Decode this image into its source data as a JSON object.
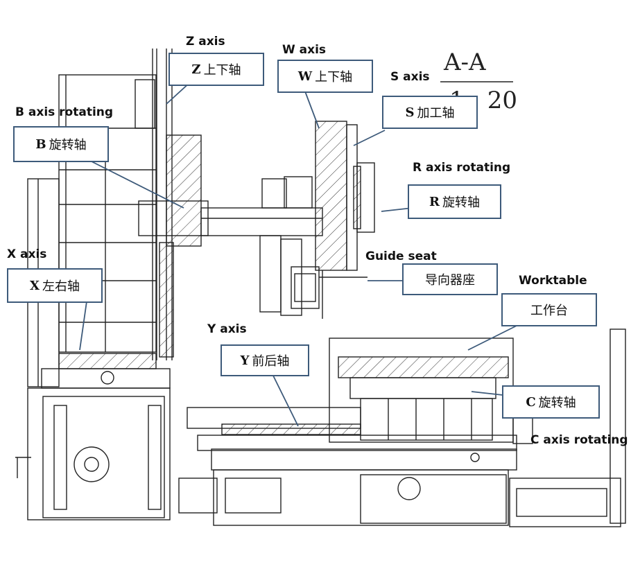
{
  "labels": {
    "z_axis": "Z axis",
    "w_axis": "W axis",
    "s_axis": "S axis",
    "b_axis": "B axis rotating",
    "r_axis": "R axis rotating",
    "x_axis": "X axis",
    "guide_seat": "Guide seat",
    "worktable": "Worktable",
    "y_axis": "Y axis",
    "c_axis": "C axis rotating"
  },
  "callouts": {
    "z": {
      "letter": "Z",
      "text": "上下轴"
    },
    "w": {
      "letter": "W",
      "text": "上下轴"
    },
    "s": {
      "letter": "S",
      "text": "加工轴"
    },
    "b": {
      "letter": "B",
      "text": "旋转轴"
    },
    "r": {
      "letter": "R",
      "text": "旋转轴"
    },
    "x": {
      "letter": "X",
      "text": "左右轴"
    },
    "guide": {
      "text": "导向器座"
    },
    "worktable": {
      "text": "工作台"
    },
    "y": {
      "letter": "Y",
      "text": "前后轴"
    },
    "c": {
      "letter": "C",
      "text": "旋转轴"
    }
  },
  "section": {
    "name": "A-A",
    "scale": "1 : 20"
  },
  "colors": {
    "line": "#222222",
    "callout_border": "#3d5a7a"
  }
}
